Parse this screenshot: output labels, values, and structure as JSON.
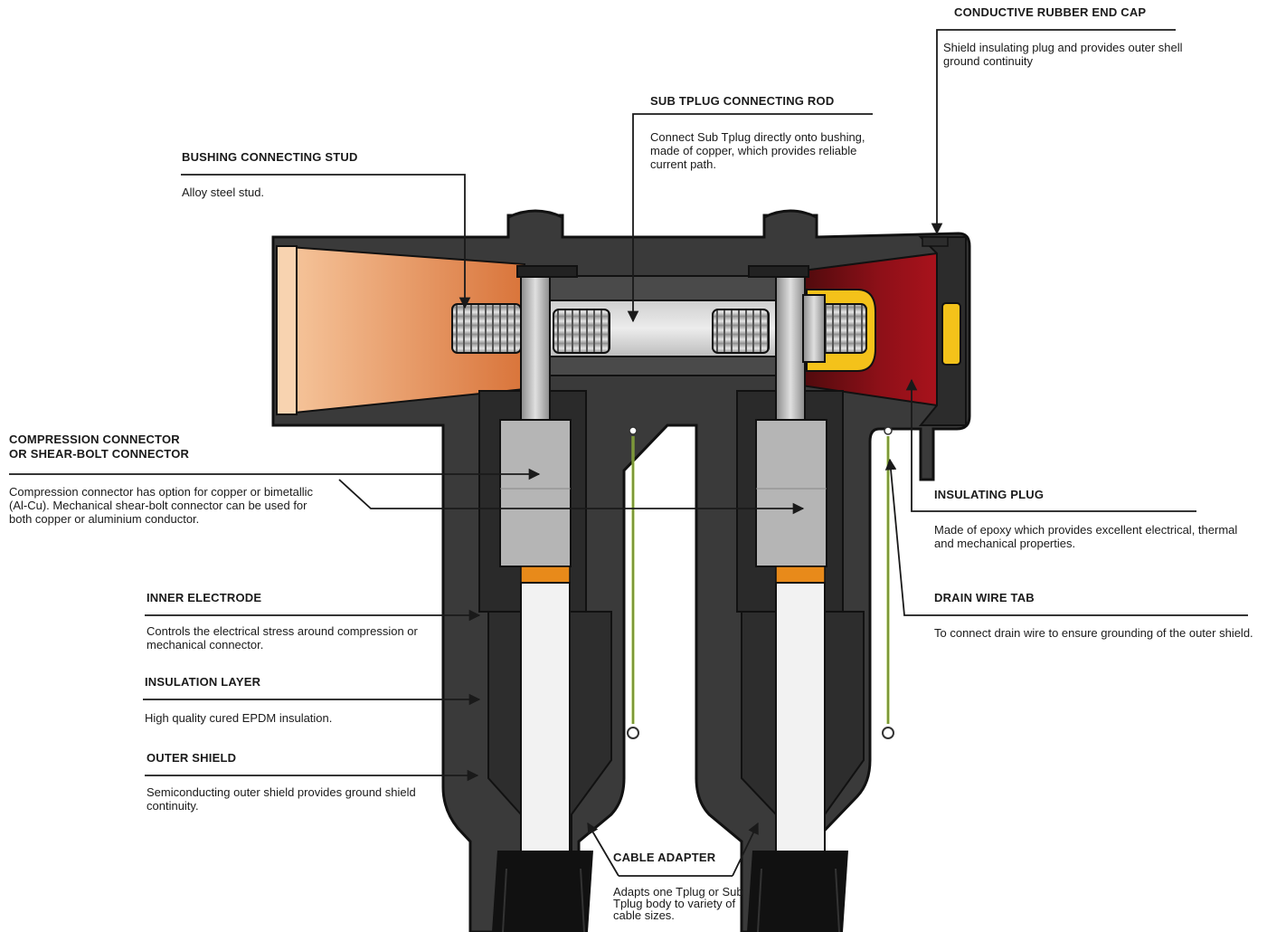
{
  "colors": {
    "body": "#3a3a3a",
    "outline": "#111111",
    "copper_light": "#f7c9a0",
    "copper_dark": "#d9743a",
    "epoxy_light": "#a8121c",
    "epoxy_dark": "#4a0a0c",
    "cap_yellow": "#f4c21a",
    "steel_light": "#dcdcdc",
    "steel_dark": "#8a8a8a",
    "connector_gray": "#b5b5b5",
    "cable_white": "#f2f2f2",
    "cable_black": "#111111",
    "orange_band": "#e88a1a",
    "drain_wire": "#9bc23c",
    "leader": "#1a1a1a"
  },
  "callouts": {
    "conductive_cap": {
      "title": "CONDUCTIVE RUBBER END CAP",
      "desc": "Shield insulating plug and provides outer shell ground continuity"
    },
    "connecting_rod": {
      "title": "SUB TPLUG CONNECTING ROD",
      "desc": "Connect Sub Tplug directly onto bushing, made of copper, which provides reliable current path."
    },
    "bushing_stud": {
      "title": "BUSHING CONNECTING STUD",
      "desc": "Alloy steel stud."
    },
    "compression_connector": {
      "title": "COMPRESSION CONNECTOR\nOR SHEAR-BOLT CONNECTOR",
      "desc": "Compression connector has option for copper or bimetallic (Al-Cu). Mechanical shear-bolt connector can be used for both copper or aluminium conductor."
    },
    "insulating_plug": {
      "title": "INSULATING PLUG",
      "desc": "Made of epoxy which provides excellent electrical, thermal and mechanical properties."
    },
    "inner_electrode": {
      "title": "INNER ELECTRODE",
      "desc": "Controls the electrical stress around compression or mechanical connector."
    },
    "drain_wire_tab": {
      "title": "DRAIN WIRE TAB",
      "desc": "To connect drain wire to ensure grounding of the outer shield."
    },
    "insulation_layer": {
      "title": "INSULATION LAYER",
      "desc": "High quality cured EPDM insulation."
    },
    "outer_shield": {
      "title": "OUTER SHIELD",
      "desc": "Semiconducting outer shield provides ground shield continuity."
    },
    "cable_adapter": {
      "title": "CABLE ADAPTER",
      "desc": "Adapts one Tplug or Sub Tplug body to variety of cable sizes."
    }
  }
}
